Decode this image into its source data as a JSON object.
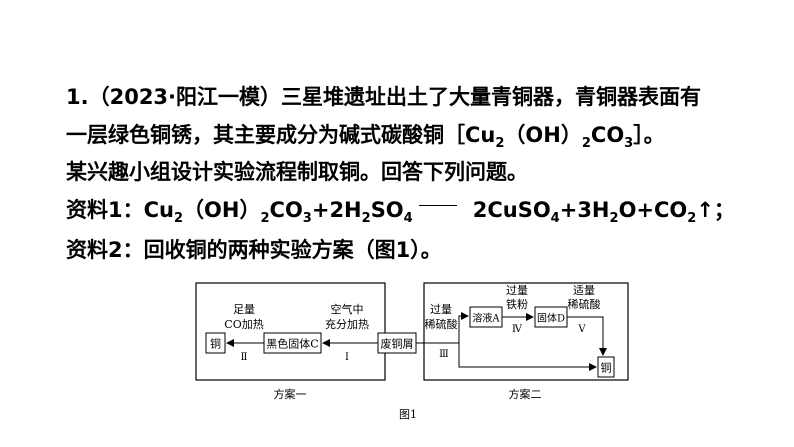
{
  "question": {
    "number": "1.",
    "source": "（2023·阳江一模）",
    "line1_rest": "三星堆遗址出土了大量青铜器，青铜器表面有",
    "line2_start": "一层绿色铜锈，其主要成分为碱式碳酸铜［Cu",
    "line2_sub1": "2",
    "line2_mid": "（OH）",
    "line2_sub2": "2",
    "line2_co": "CO",
    "line2_sub3": "3",
    "line2_end": "］。",
    "line3": "某兴趣小组设计实验流程制取铜。回答下列问题。",
    "line4_prefix": "资料1：",
    "line4_cu": "Cu",
    "line4_sub_a": "2",
    "line4_oh": "（OH）",
    "line4_sub_b": "2",
    "line4_co3": "CO",
    "line4_sub_c": "3",
    "line4_plus": "+2H",
    "line4_sub_d": "2",
    "line4_so": "SO",
    "line4_sub_e": "4",
    "line4_cuso": "2CuSO",
    "line4_sub_f": "4",
    "line4_h": "+3H",
    "line4_sub_g": "2",
    "line4_oco": "O+CO",
    "line4_sub_h": "2",
    "line4_end": "↑；",
    "line5": "资料2：回收铜的两种实验方案（图1）。"
  },
  "figure": {
    "plan1": {
      "label": "方案一",
      "copper": "铜",
      "black_solid": "黑色固体C",
      "cond_left_1": "足量",
      "cond_left_2": "CO加热",
      "step_left": "Ⅱ",
      "cond_right_1": "空气中",
      "cond_right_2": "充分加热",
      "step_right": "Ⅰ"
    },
    "scrap": "废铜屑",
    "plan2": {
      "label": "方案二",
      "acid_1": "过量",
      "acid_2": "稀硫酸",
      "step_3": "Ⅲ",
      "solution": "溶液A",
      "iron_1": "过量",
      "iron_2": "铁粉",
      "step_4": "Ⅳ",
      "solid_d": "固体D",
      "acid2_1": "适量",
      "acid2_2": "稀硫酸",
      "step_5": "Ⅴ",
      "copper": "铜"
    },
    "caption": "图1"
  }
}
